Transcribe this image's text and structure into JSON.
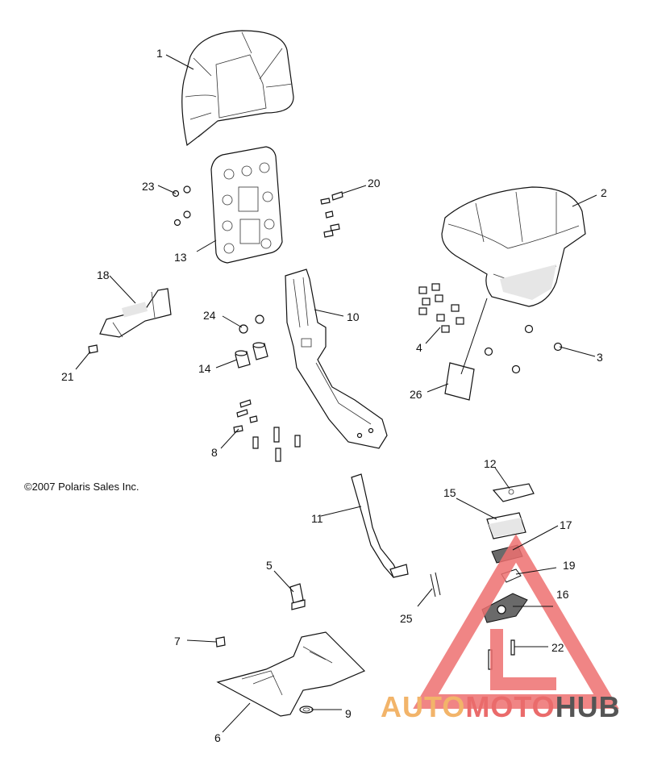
{
  "copyright": "©2007 Polaris Sales Inc.",
  "callouts": [
    "1",
    "2",
    "3",
    "4",
    "5",
    "6",
    "7",
    "8",
    "9",
    "10",
    "11",
    "12",
    "13",
    "14",
    "15",
    "16",
    "17",
    "19",
    "20",
    "21",
    "22",
    "23",
    "24",
    "25",
    "26"
  ],
  "watermark": {
    "part1": "AUTO",
    "part2": "MOTO",
    "part3": "HUB",
    "color_auto": "#f2b46a",
    "color_moto": "#ea6b6b",
    "color_hub": "#555555",
    "logo_color": "#ee7070"
  }
}
